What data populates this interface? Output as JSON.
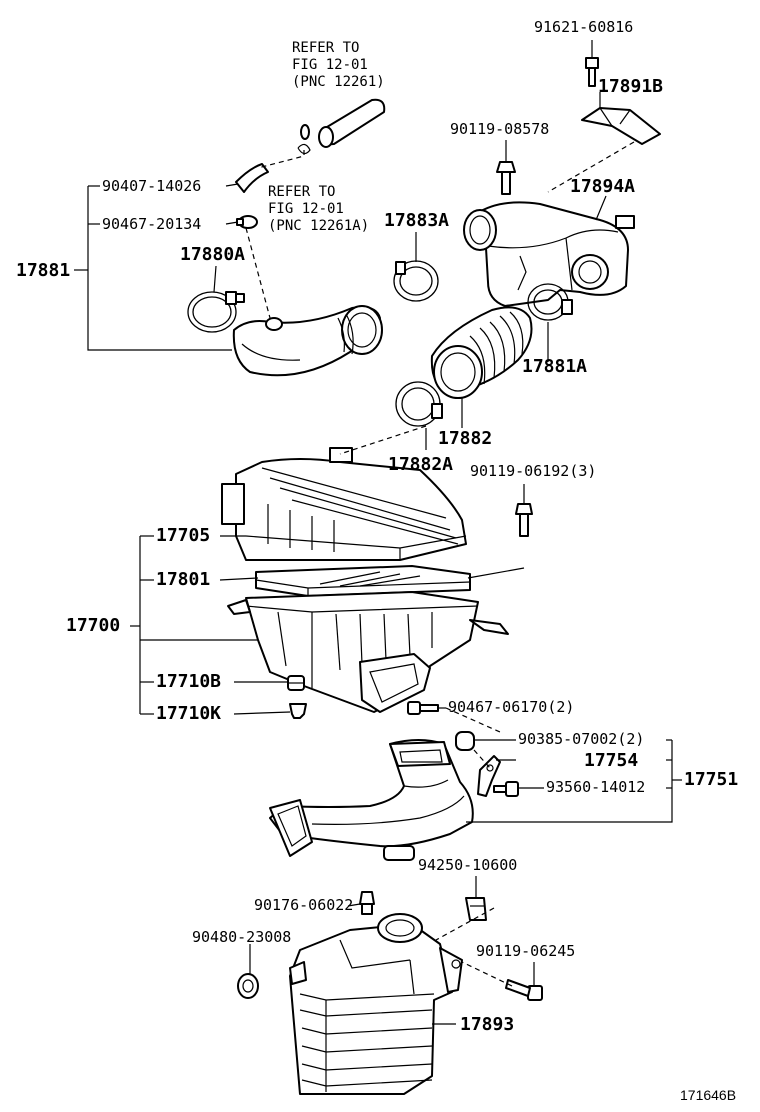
{
  "notes": {
    "refer_a": [
      "REFER TO",
      "FIG 12-01",
      "(PNC 12261)"
    ],
    "refer_b": [
      "REFER TO",
      "FIG 12-01",
      "(PNC 12261A)"
    ]
  },
  "parts": {
    "p91621_60816": "91621-60816",
    "p17891B": "17891B",
    "p90119_08578": "90119-08578",
    "p17894A": "17894A",
    "p90407_14026": "90407-14026",
    "p90467_20134": "90467-20134",
    "p17883A": "17883A",
    "p17881": "17881",
    "p17880A": "17880A",
    "p17881A": "17881A",
    "p17882": "17882",
    "p17882A": "17882A",
    "p90119_06192": "90119-06192(3)",
    "p17705": "17705",
    "p17801": "17801",
    "p17700": "17700",
    "p17710B": "17710B",
    "p17710K": "17710K",
    "p90467_06170": "90467-06170(2)",
    "p90385_07002": "90385-07002(2)",
    "p17754": "17754",
    "p17751": "17751",
    "p93560_14012": "93560-14012",
    "p94250_10600": "94250-10600",
    "p90176_06022": "90176-06022",
    "p90480_23008": "90480-23008",
    "p90119_06245": "90119-06245",
    "p17893": "17893"
  },
  "figure_id": "171646B"
}
